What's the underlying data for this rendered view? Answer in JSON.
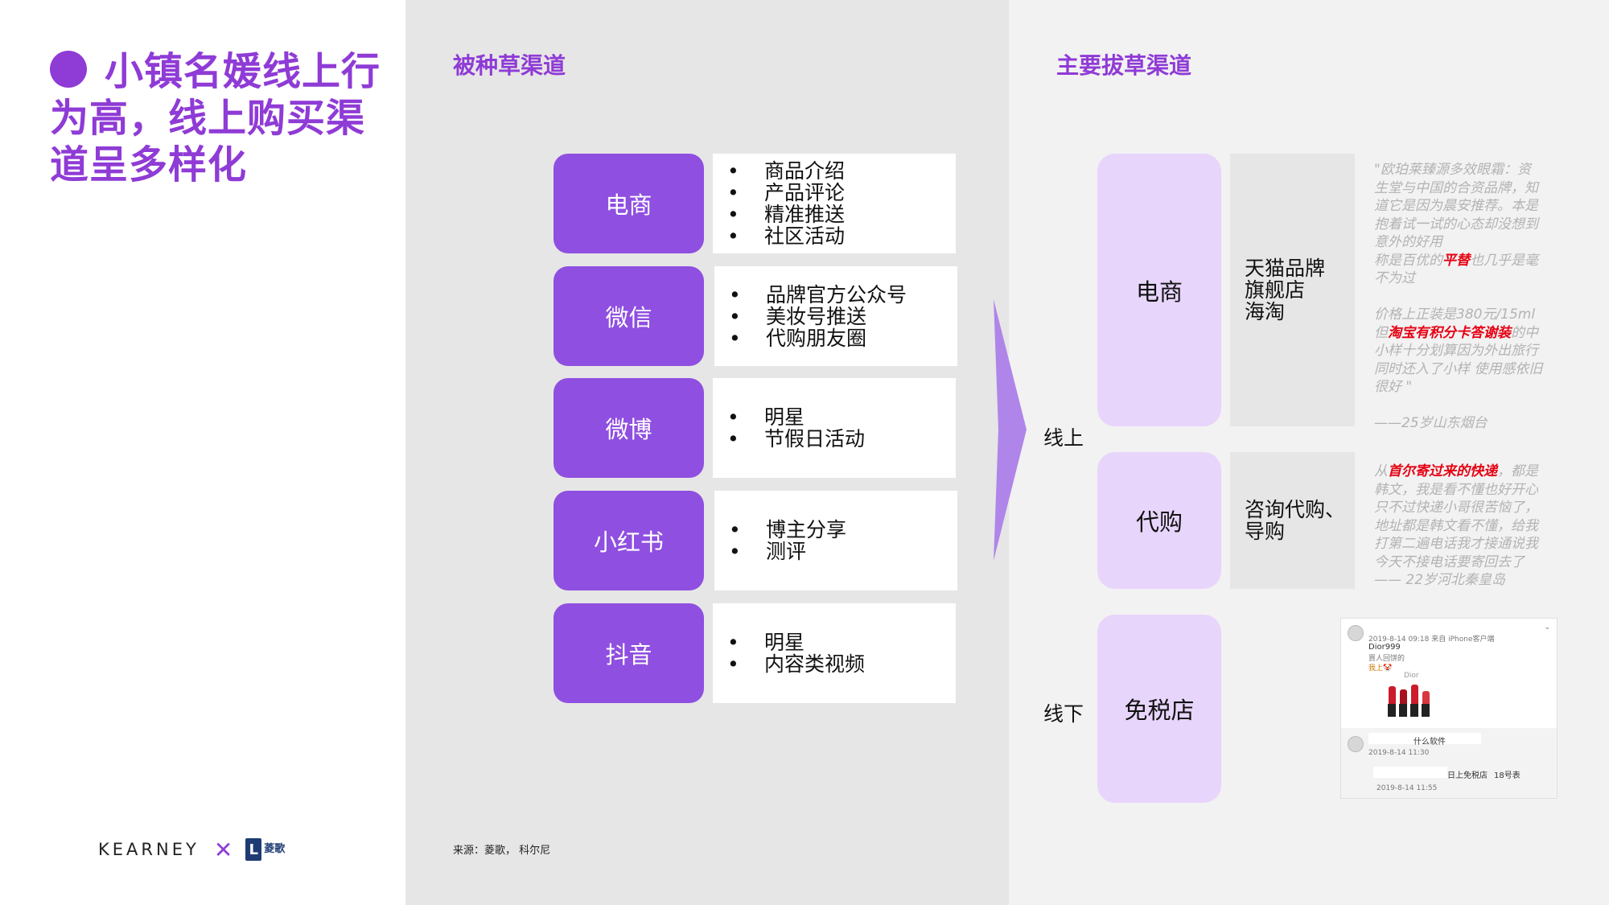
{
  "headline": "小镇名媛线上行为高，线上购买渠道呈多样化",
  "logos": {
    "kearney": "KEARNEY",
    "times": "✕",
    "lingge_mark": "L",
    "lingge_name": "菱歌"
  },
  "seeding": {
    "title": "被种草渠道",
    "channels": [
      {
        "name": "电商",
        "items": [
          "商品介绍",
          "产品评论",
          "精准推送",
          "社区活动"
        ]
      },
      {
        "name": "微信",
        "items": [
          "品牌官方公众号",
          "美妆号推送",
          "代购朋友圈"
        ]
      },
      {
        "name": "微博",
        "items": [
          "明星",
          "节假日活动"
        ]
      },
      {
        "name": "小红书",
        "items": [
          "博主分享",
          "测评"
        ]
      },
      {
        "name": "抖音",
        "items": [
          "明星",
          "内容类视频"
        ]
      }
    ],
    "bullet": "•"
  },
  "source": "来源：菱歌， 科尔尼",
  "purchase": {
    "title": "主要拔草渠道",
    "online_label": "线上",
    "offline_label": "线下",
    "channels": [
      {
        "name": "电商",
        "detail": [
          "天猫品牌",
          "旗舰店",
          "海淘"
        ]
      },
      {
        "name": "代购",
        "detail": [
          "咨询代购、",
          "导购"
        ]
      },
      {
        "name": "免税店"
      }
    ]
  },
  "quotes": {
    "q1": {
      "l1": "\"欧珀莱臻源多效眼霜：资",
      "l2": "生堂与中国的合资品牌，知",
      "l3": "道它是因为晨安推荐。本是",
      "l4": "抱着试一试的心态却没想到",
      "l5": "意外的好用",
      "l6_pre": "称是百优的",
      "l6_hl": "平替",
      "l6_post": "也几乎是毫",
      "l7": "不为过",
      "l8": "价格上正装是380元/15ml",
      "l9_pre": "但",
      "l9_hl": "淘宝有积分卡答谢装",
      "l9_post": "的中",
      "l10": "小样十分划算因为外出旅行",
      "l11": "同时还入了小样 使用感依旧",
      "l12": "很好 \"",
      "sig": "——25岁山东烟台"
    },
    "q2": {
      "l1_pre": "从",
      "l1_hl": "首尔寄过来的快递",
      "l1_post": "，都是",
      "l2": "韩文，我是看不懂也好开心",
      "l3": "只不过快递小哥很苦恼了，",
      "l4": "地址都是韩文看不懂，给我",
      "l5": "打第二遍电话我才接通说我",
      "l6": "今天不接电话要寄回去了",
      "sig": "—— 22岁河北秦皇岛"
    }
  },
  "chat": {
    "post_meta": "2019-8-14 09:18 来自 iPhone客户端",
    "post_brand": "Dior999",
    "post_line": "買人回饼的",
    "post_tag": "我上🤡",
    "brand_mark": "Dior",
    "q_text": "什么软件",
    "q_time": "2019-8-14 11:30",
    "a_text": "日上免税店",
    "a_user": "18号表",
    "a_time": "2019-8-14 11:55"
  },
  "colors": {
    "accent": "#8f3bd6",
    "box_purple": "#8f4fe0",
    "light_purple": "#e8d5fb",
    "highlight_red": "#e60012",
    "quote_gray": "#b3b3b3"
  }
}
